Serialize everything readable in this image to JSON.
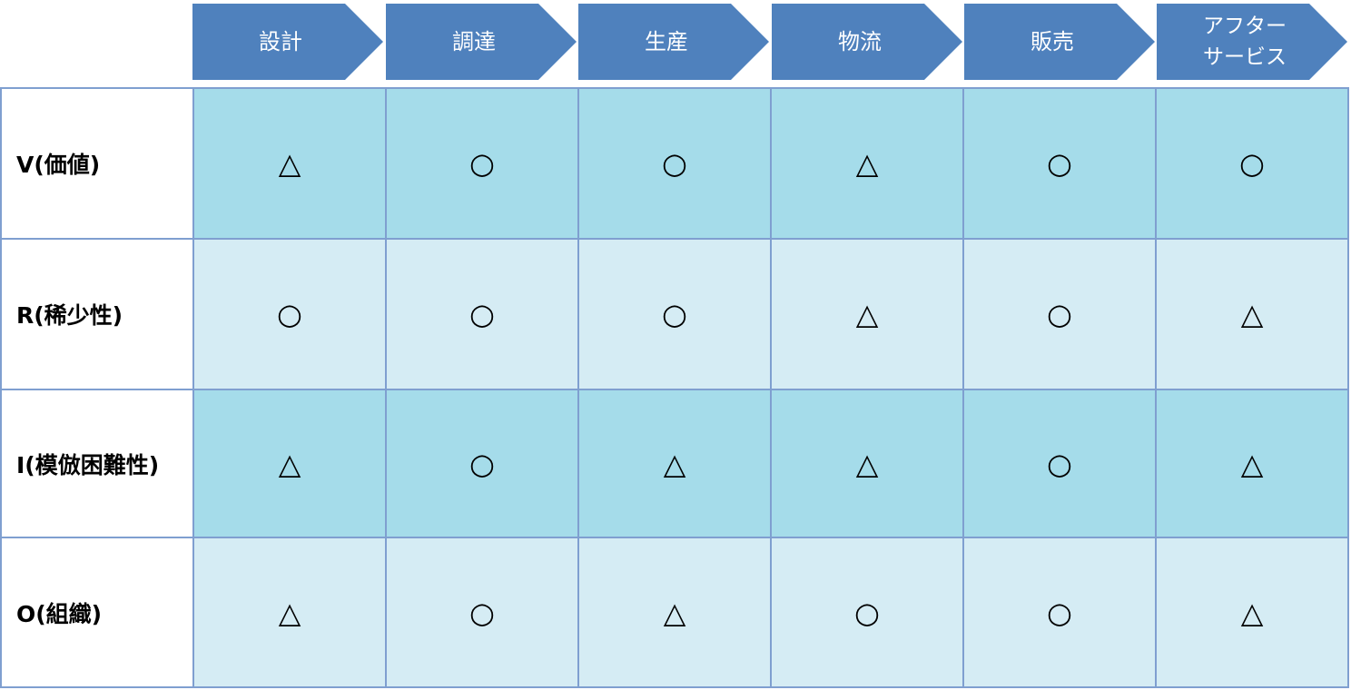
{
  "stages": [
    "設計",
    "調達",
    "生産",
    "物流",
    "販売",
    "アフター\nサービス"
  ],
  "rows": [
    {
      "label": "V(価値)",
      "marks": [
        "△",
        "○",
        "○",
        "△",
        "○",
        "○"
      ]
    },
    {
      "label": "R(稀少性)",
      "marks": [
        "○",
        "○",
        "○",
        "△",
        "○",
        "△"
      ]
    },
    {
      "label": "I(模倣困難性)",
      "marks": [
        "△",
        "○",
        "△",
        "△",
        "○",
        "△"
      ]
    },
    {
      "label": "O(組織)",
      "marks": [
        "△",
        "○",
        "△",
        "○",
        "○",
        "△"
      ]
    }
  ],
  "colors": {
    "header": "#4f81bd",
    "row_dark": "#a5dcea",
    "row_light": "#d5ecf4",
    "border": "#7f9fd0"
  }
}
